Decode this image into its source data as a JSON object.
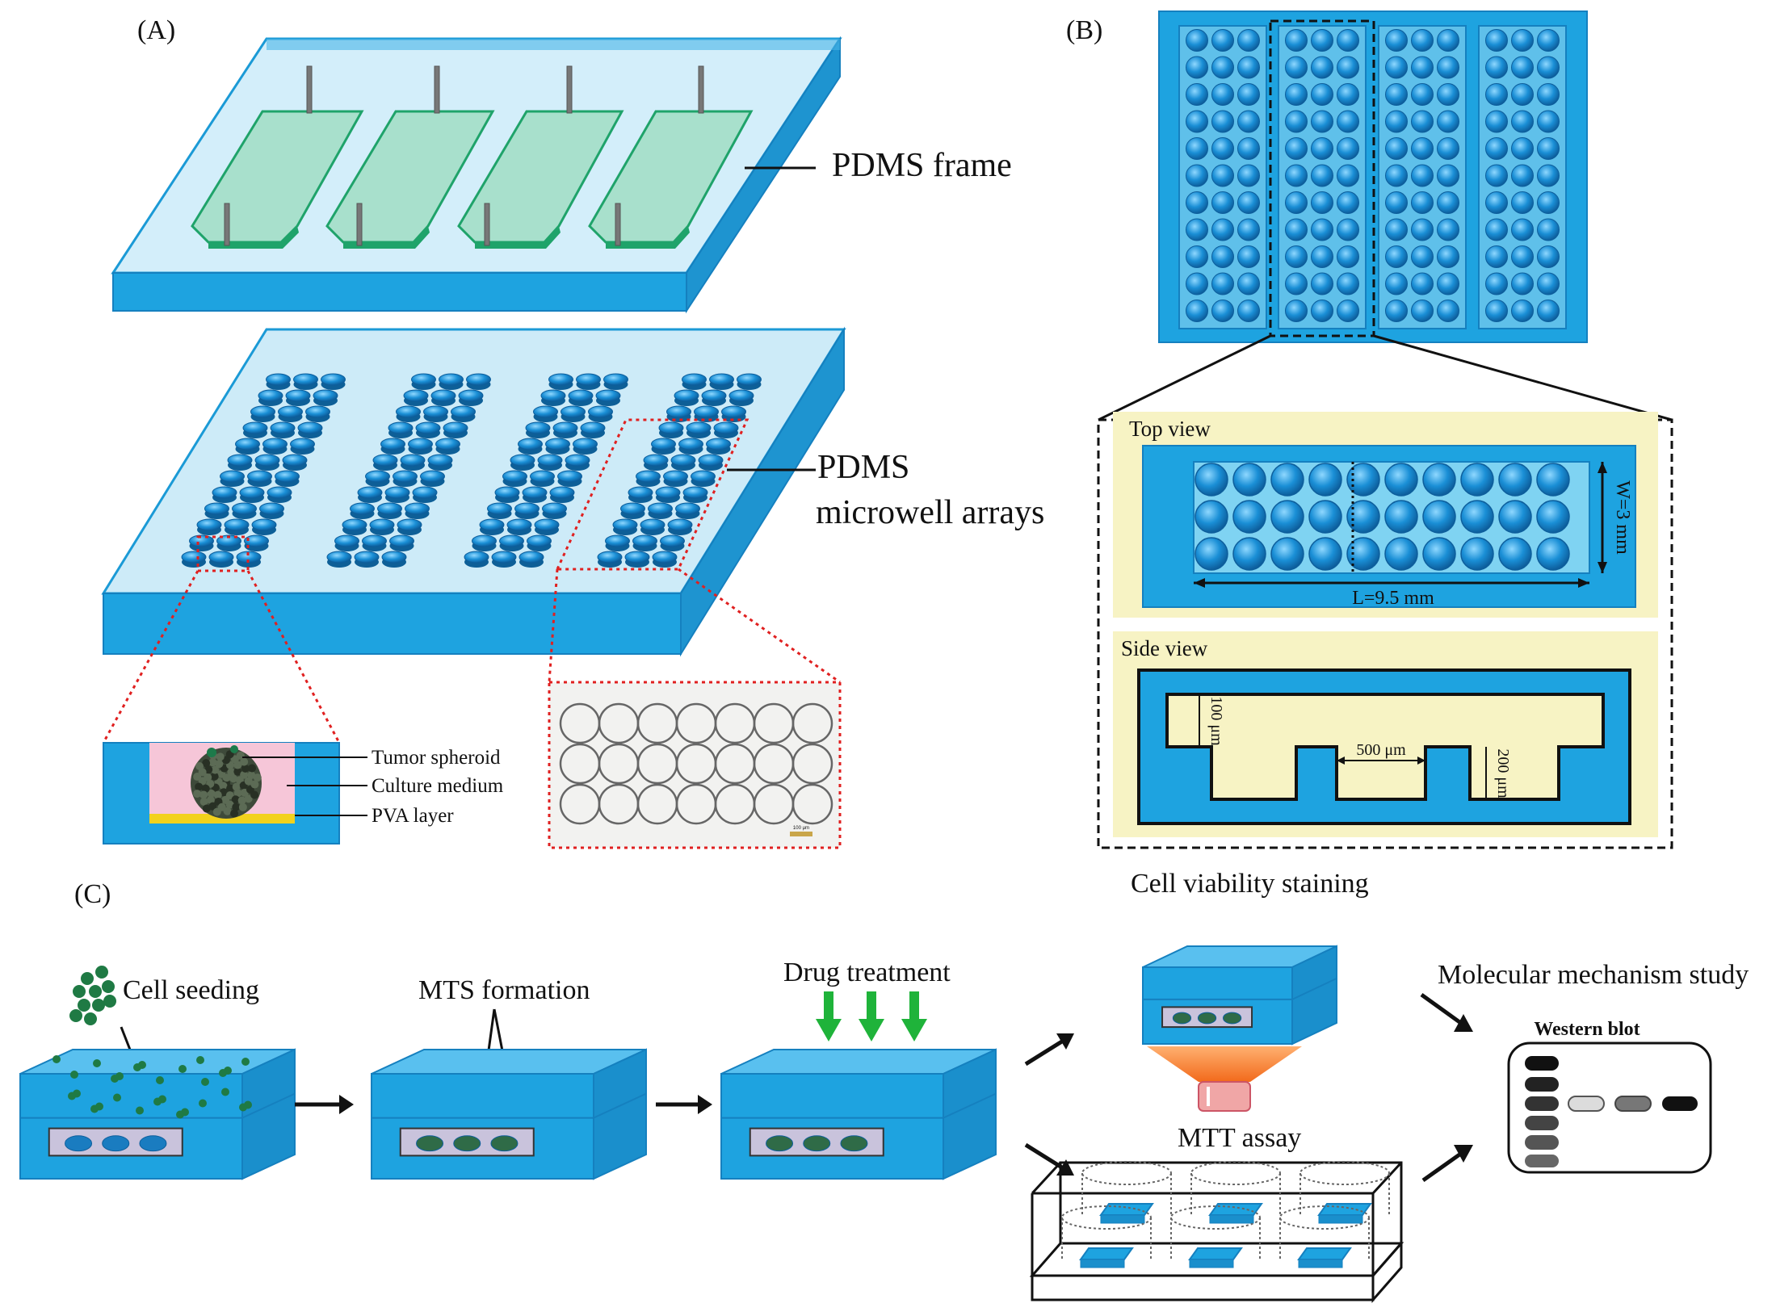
{
  "panels": {
    "a": {
      "label": "(A)",
      "frame_label": "PDMS frame",
      "array_label_1": "PDMS",
      "array_label_2": "microwell arrays",
      "section_labels": [
        "Tumor spheroid",
        "Culture medium",
        "PVA layer"
      ],
      "scale_bar": "100 μm"
    },
    "b": {
      "label": "(B)",
      "top_view": "Top view",
      "side_view": "Side view",
      "width": "W=3 mm",
      "length": "L=9.5 mm",
      "depth_100": "100 μm",
      "diameter": "500 μm",
      "depth_200": "200 μm"
    },
    "c": {
      "label": "(C)",
      "steps": [
        "Cell seeding",
        "MTS formation",
        "Drug treatment",
        "Cell viability staining",
        "MTT assay",
        "Molecular mechanism study"
      ],
      "western_blot": "Western blot"
    }
  },
  "colors": {
    "pdms_blue": "#1ea3e0",
    "pdms_light": "#bfe6f7",
    "frame_green": "#a8e0cc",
    "well_blue": "#1877b8",
    "panel_yellow": "#f7f3c4",
    "culture_pink": "#f6c6d8",
    "pva_yellow": "#f2d21c",
    "arrow_green": "#1fb33a"
  }
}
